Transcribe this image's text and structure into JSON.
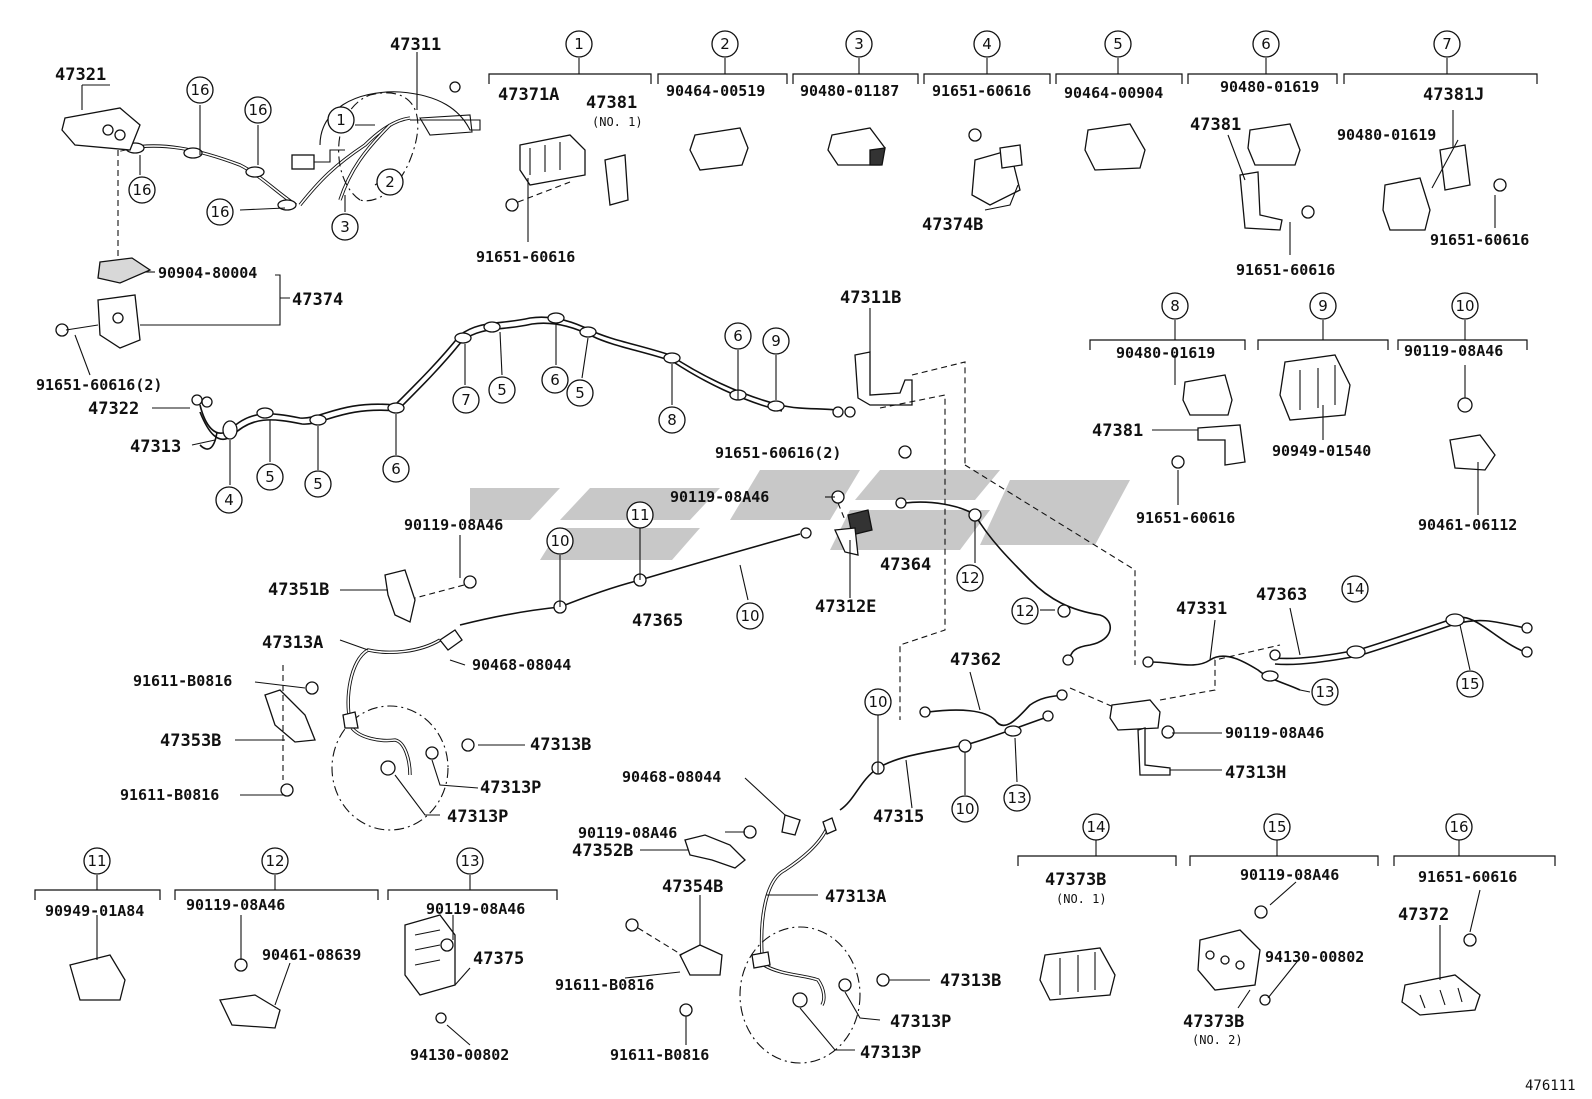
{
  "diagram_id": "476111",
  "callouts": {
    "c1": "1",
    "c2": "2",
    "c3": "3",
    "c4": "4",
    "c5": "5",
    "c6": "6",
    "c7": "7",
    "c8": "8",
    "c9": "9",
    "c10": "10",
    "c11": "11",
    "c12": "12",
    "c13": "13",
    "c14": "14",
    "c15": "15",
    "c16": "16"
  },
  "legend_boxes": {
    "b1": {
      "a": "47371A",
      "b": "47381",
      "b_note": "(NO. 1)",
      "c": "91651-60616"
    },
    "b2": {
      "a": "90464-00519"
    },
    "b3": {
      "a": "90480-01187"
    },
    "b4": {
      "a": "91651-60616",
      "b": "47374B"
    },
    "b5": {
      "a": "90464-00904"
    },
    "b6": {
      "a": "90480-01619",
      "b": "47381",
      "c": "91651-60616"
    },
    "b7": {
      "a": "47381J",
      "b": "90480-01619",
      "c": "91651-60616"
    },
    "b8": {
      "a": "90480-01619",
      "b": "47381",
      "c": "91651-60616"
    },
    "b9": {
      "a": "90949-01540"
    },
    "b10": {
      "a": "90119-08A46",
      "b": "90461-06112"
    },
    "b11": {
      "a": "90949-01A84"
    },
    "b12": {
      "a": "90119-08A46",
      "b": "90461-08639"
    },
    "b13": {
      "a": "90119-08A46",
      "b": "47375",
      "c": "94130-00802"
    },
    "b14": {
      "a": "47373B",
      "a_note": "(NO. 1)"
    },
    "b15": {
      "a": "90119-08A46",
      "b": "94130-00802",
      "c": "47373B",
      "c_note": "(NO. 2)"
    },
    "b16": {
      "a": "91651-60616",
      "b": "47372"
    }
  },
  "parts": {
    "p47321": "47321",
    "p47311": "47311",
    "p90904": "90904-80004",
    "p47374": "47374",
    "p91651_2a": "91651-60616(2)",
    "p47322": "47322",
    "p47313": "47313",
    "p47311B": "47311B",
    "p91651_2b": "91651-60616(2)",
    "p90119_a": "90119-08A46",
    "p90119_b": "90119-08A46",
    "p47351B": "47351B",
    "p47365": "47365",
    "p47364": "47364",
    "p47312E": "47312E",
    "p47313A_a": "47313A",
    "p90468_a": "90468-08044",
    "p91611_a": "91611-B0816",
    "p47353B": "47353B",
    "p91611_b": "91611-B0816",
    "p47313B_a": "47313B",
    "p47313P_a": "47313P",
    "p47313P_b": "47313P",
    "p47362": "47362",
    "p47331": "47331",
    "p47363": "47363",
    "p90119_c": "90119-08A46",
    "p47313H": "47313H",
    "p47315": "47315",
    "p90468_b": "90468-08044",
    "p90119_d": "90119-08A46",
    "p47352B": "47352B",
    "p47354B": "47354B",
    "p47313A_b": "47313A",
    "p91611_c": "91611-B0816",
    "p91611_d": "91611-B0816",
    "p47313B_b": "47313B",
    "p47313P_c": "47313P",
    "p47313P_d": "47313P"
  }
}
